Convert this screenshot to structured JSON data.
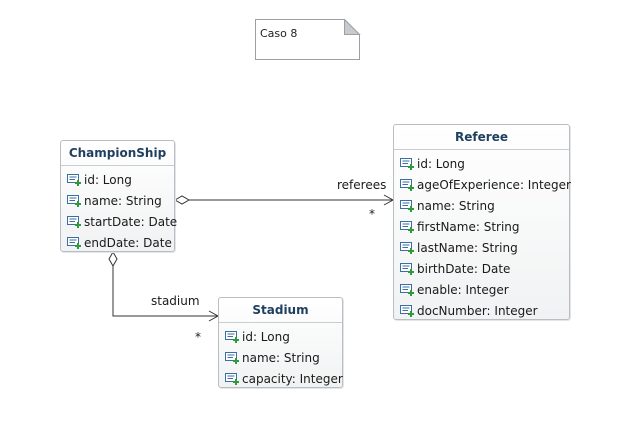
{
  "note": {
    "text": "Caso 8"
  },
  "classes": {
    "championship": {
      "name": "ChampionShip",
      "attributes": [
        "id: Long",
        "name: String",
        "startDate: Date",
        "endDate: Date"
      ]
    },
    "referee": {
      "name": "Referee",
      "attributes": [
        "id: Long",
        "ageOfExperience: Integer",
        "name: String",
        "firstName: String",
        "lastName: String",
        "birthDate: Date",
        "enable: Integer",
        "docNumber: Integer"
      ]
    },
    "stadium": {
      "name": "Stadium",
      "attributes": [
        "id: Long",
        "name: String",
        "capacity: Integer"
      ]
    }
  },
  "associations": {
    "referees": {
      "role": "referees",
      "multiplicity": "*"
    },
    "stadium": {
      "role": "stadium",
      "multiplicity": "*"
    }
  },
  "colors": {
    "class_title": "#1f3f5f",
    "border": "#b9bec4",
    "icon_blue": "#3a6ea5",
    "icon_green": "#2e9a3a"
  }
}
